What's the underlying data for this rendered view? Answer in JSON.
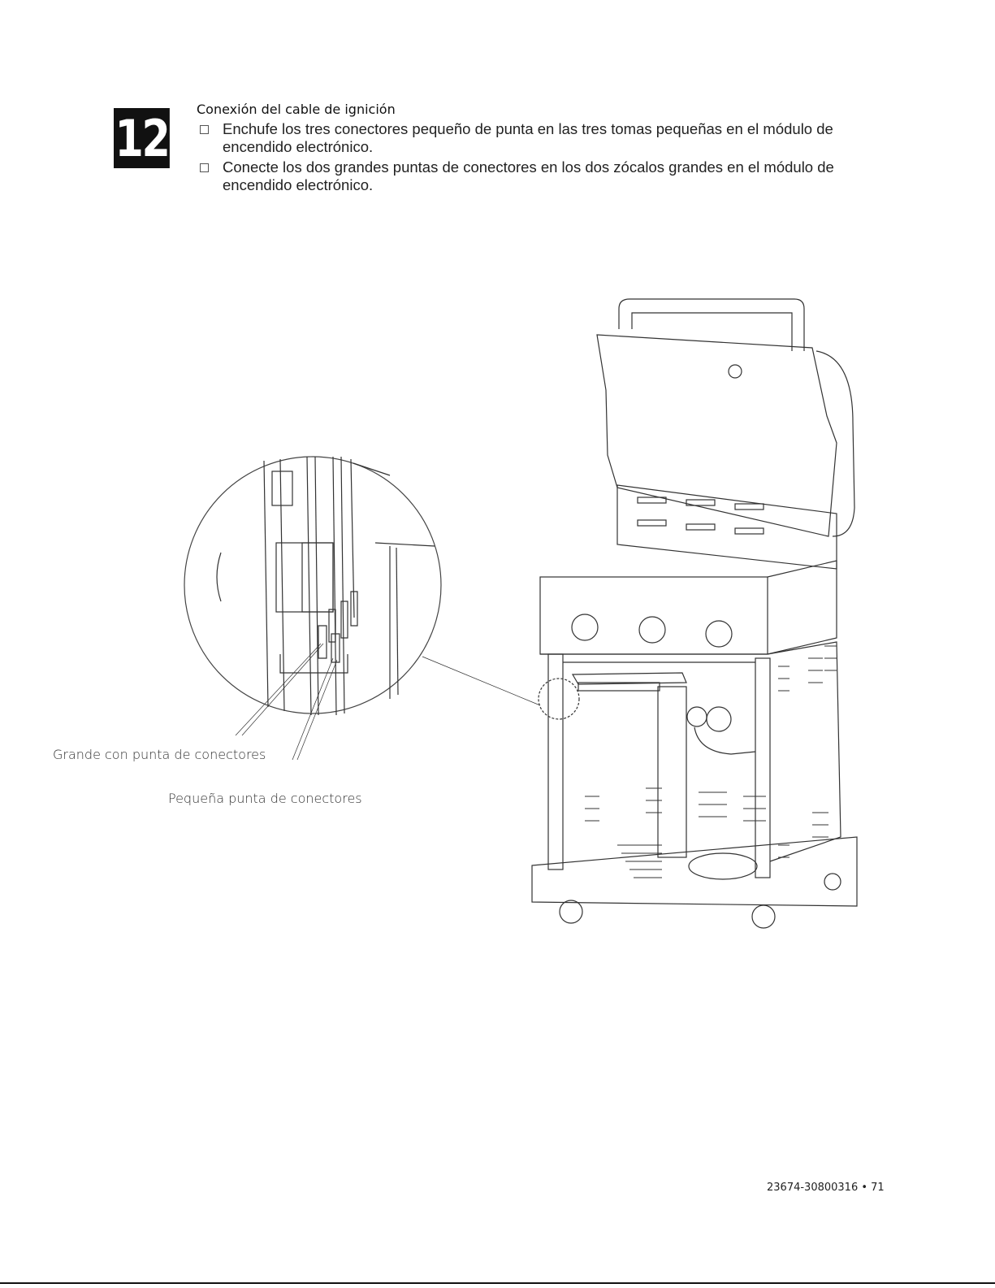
{
  "step": {
    "number": "12",
    "title": "Conexión del cable de ignición"
  },
  "bullets": [
    {
      "text": "Enchufe los tres conectores pequeño de punta en las tres tomas pequeñas en el módulo de encendido electrónico."
    },
    {
      "text": "Conecte los dos grandes puntas de conectores en los dos zócalos grandes en el módulo de encendido electrónico."
    }
  ],
  "callouts": {
    "large": "Grande con punta de conectores",
    "small": "Pequeña punta de conectores"
  },
  "footer": {
    "page_ref": "23674-30800316 • 71"
  }
}
